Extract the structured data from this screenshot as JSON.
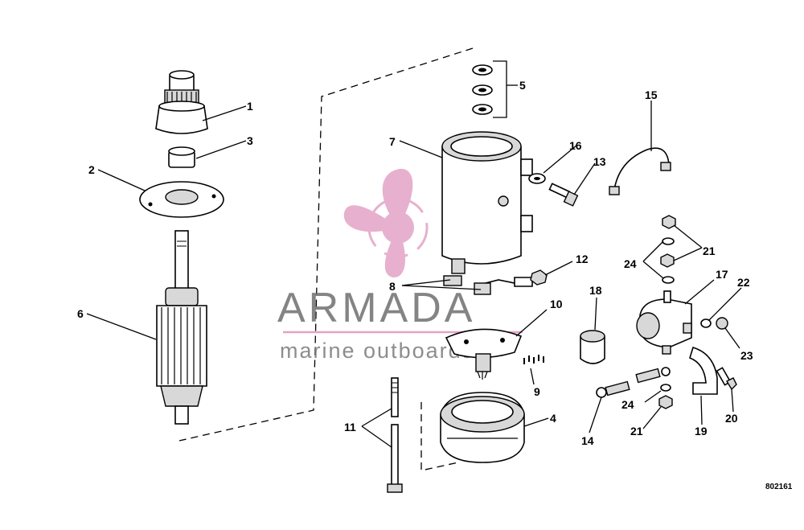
{
  "diagram": {
    "callouts": {
      "c1": "1",
      "c2": "2",
      "c3": "3",
      "c4": "4",
      "c5": "5",
      "c6": "6",
      "c7": "7",
      "c8": "8",
      "c9": "9",
      "c10": "10",
      "c11": "11",
      "c12": "12",
      "c13": "13",
      "c14a": "14",
      "c14b": "14",
      "c15": "15",
      "c16": "16",
      "c17": "17",
      "c18": "18",
      "c19": "19",
      "c20": "20",
      "c21a": "21",
      "c21b": "21",
      "c22": "22",
      "c23": "23",
      "c24a": "24",
      "c24b": "24"
    },
    "figure_id": "802161"
  },
  "watermark": {
    "brand": "ARMADA",
    "tagline": "marine outboards",
    "colors": {
      "logo": "#e3a3c6",
      "text": "#6f6f6f",
      "rule": "#e3a3c6"
    }
  }
}
